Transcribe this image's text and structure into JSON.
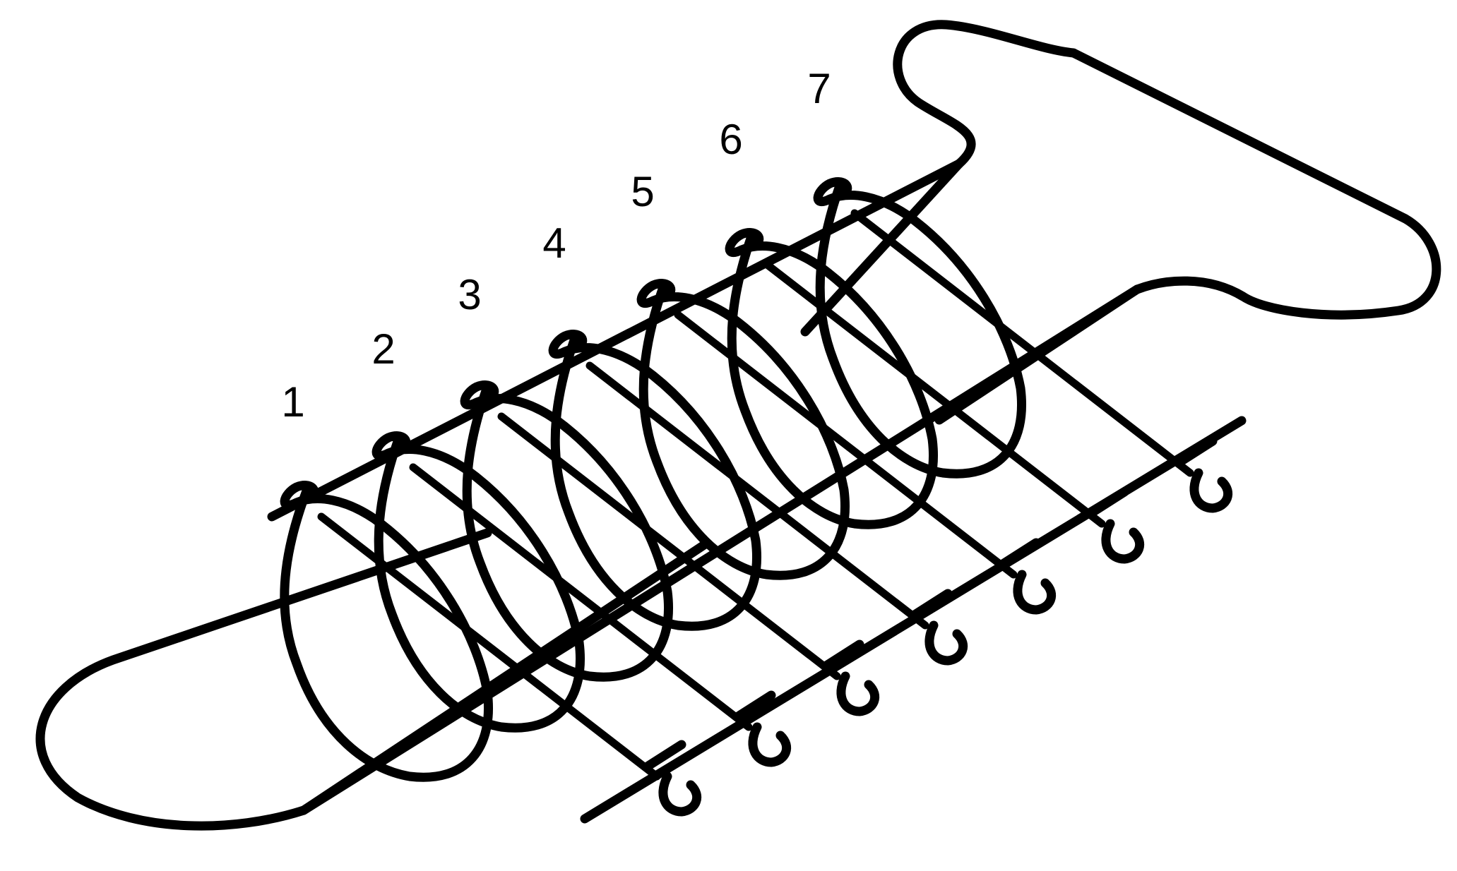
{
  "coil_labels": [
    "1",
    "2",
    "3",
    "4",
    "5",
    "6",
    "7"
  ],
  "colors": {
    "ink": "#000000",
    "paper": "#ffffff"
  }
}
